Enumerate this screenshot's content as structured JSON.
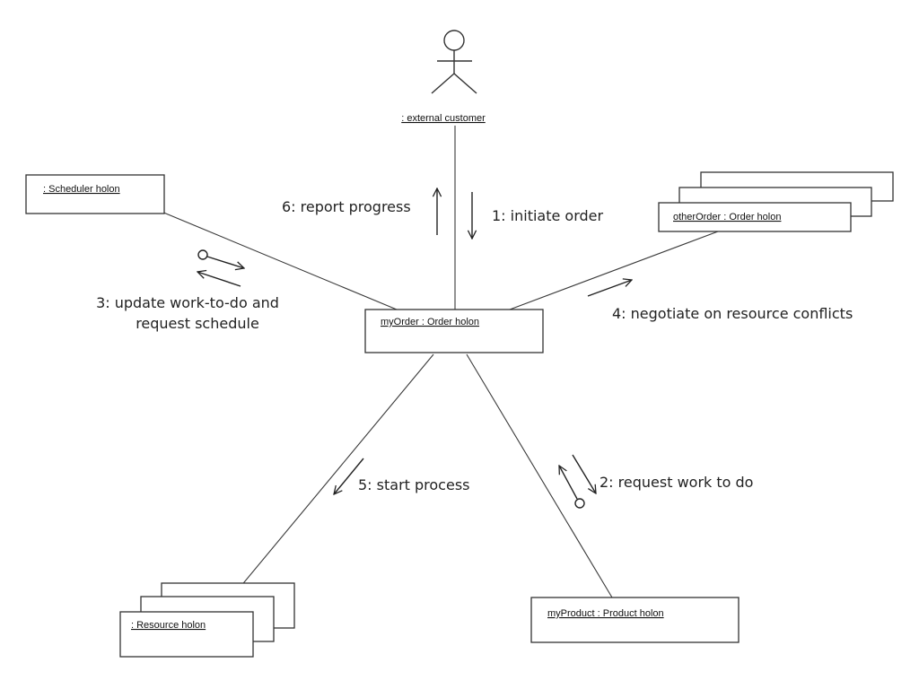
{
  "actor": {
    "label": ": external customer"
  },
  "objects": {
    "scheduler": ": Scheduler holon",
    "my_order": "myOrder : Order holon",
    "other_order": "otherOrder : Order holon",
    "resource": ": Resource holon",
    "my_product": "myProduct : Product holon"
  },
  "messages": {
    "m1": "1: initiate order",
    "m2": "2: request work to do",
    "m3_line1": "3: update work-to-do and",
    "m3_line2": "request schedule",
    "m4": "4: negotiate on resource conflicts",
    "m5": "5: start process",
    "m6": "6: report progress"
  }
}
